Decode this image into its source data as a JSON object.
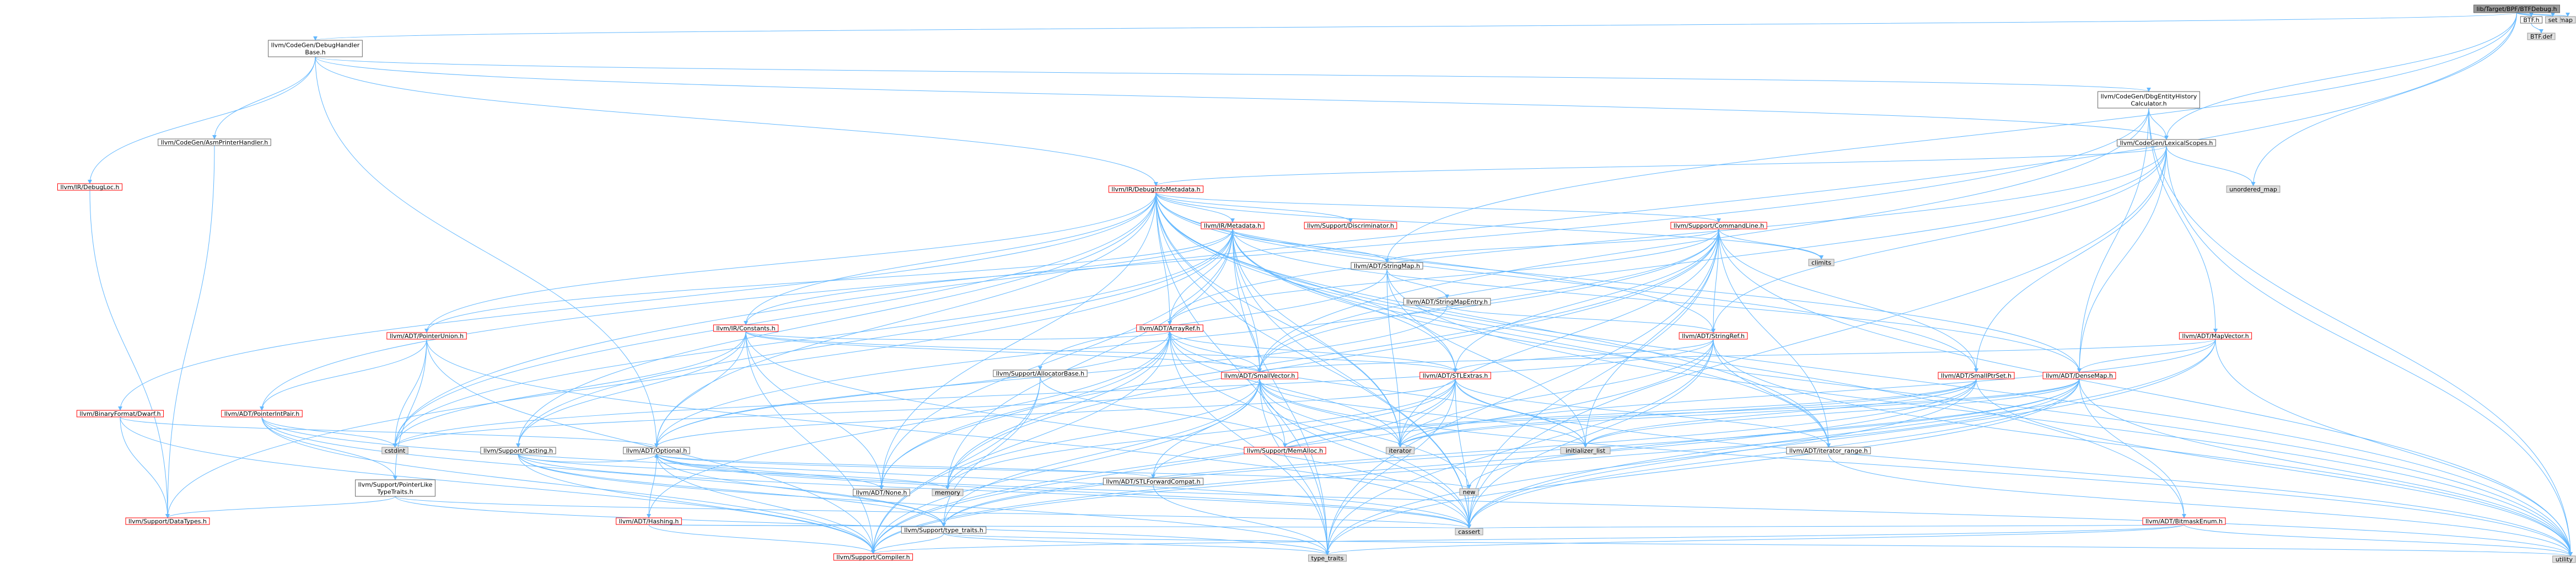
{
  "colors": {
    "edge": "#63b8ff",
    "root_fill": "#999999",
    "root_stroke": "#666666",
    "linked_stroke": "#666666",
    "truncated_stroke": "#ff0000",
    "system_fill": "#e0e0e0",
    "system_stroke": "#999999",
    "truncated_text": "#ff0000"
  },
  "nodes": [
    {
      "id": "root",
      "lines": [
        "lib/Target/BPF/BTFDebug.h"
      ],
      "kind": "root"
    },
    {
      "id": "map",
      "lines": [
        "map"
      ],
      "kind": "system"
    },
    {
      "id": "set",
      "lines": [
        "set"
      ],
      "kind": "system"
    },
    {
      "id": "btf_h",
      "lines": [
        "BTF.h"
      ],
      "kind": "linked"
    },
    {
      "id": "btf_def",
      "lines": [
        "BTF.def"
      ],
      "kind": "system"
    },
    {
      "id": "dbg_handler",
      "lines": [
        "llvm/CodeGen/DebugHandler",
        "Base.h"
      ],
      "kind": "linked"
    },
    {
      "id": "dbg_loc",
      "lines": [
        "llvm/IR/DebugLoc.h"
      ],
      "kind": "truncated"
    },
    {
      "id": "asm_handler",
      "lines": [
        "llvm/CodeGen/AsmPrinterHandler.h"
      ],
      "kind": "linked"
    },
    {
      "id": "dbg_hist",
      "lines": [
        "llvm/CodeGen/DbgEntityHistory",
        "Calculator.h"
      ],
      "kind": "linked"
    },
    {
      "id": "lex_scopes",
      "lines": [
        "llvm/CodeGen/LexicalScopes.h"
      ],
      "kind": "linked"
    },
    {
      "id": "unordered_map",
      "lines": [
        "unordered_map"
      ],
      "kind": "system"
    },
    {
      "id": "dbg_meta",
      "lines": [
        "llvm/IR/DebugInfoMetadata.h"
      ],
      "kind": "truncated"
    },
    {
      "id": "metadata",
      "lines": [
        "llvm/IR/Metadata.h"
      ],
      "kind": "truncated"
    },
    {
      "id": "discrim",
      "lines": [
        "llvm/Support/Discriminator.h"
      ],
      "kind": "truncated"
    },
    {
      "id": "cmdline",
      "lines": [
        "llvm/Support/CommandLine.h"
      ],
      "kind": "truncated"
    },
    {
      "id": "climits",
      "lines": [
        "climits"
      ],
      "kind": "system"
    },
    {
      "id": "string_map",
      "lines": [
        "llvm/ADT/StringMap.h"
      ],
      "kind": "linked"
    },
    {
      "id": "string_map_entry",
      "lines": [
        "llvm/ADT/StringMapEntry.h"
      ],
      "kind": "linked"
    },
    {
      "id": "constants",
      "lines": [
        "llvm/IR/Constants.h"
      ],
      "kind": "truncated"
    },
    {
      "id": "ptr_union",
      "lines": [
        "llvm/ADT/PointerUnion.h"
      ],
      "kind": "truncated"
    },
    {
      "id": "array_ref",
      "lines": [
        "llvm/ADT/ArrayRef.h"
      ],
      "kind": "truncated"
    },
    {
      "id": "string_ref",
      "lines": [
        "llvm/ADT/StringRef.h"
      ],
      "kind": "truncated"
    },
    {
      "id": "map_vector",
      "lines": [
        "llvm/ADT/MapVector.h"
      ],
      "kind": "truncated"
    },
    {
      "id": "alloc_base",
      "lines": [
        "llvm/Support/AllocatorBase.h"
      ],
      "kind": "linked"
    },
    {
      "id": "small_vector",
      "lines": [
        "llvm/ADT/SmallVector.h"
      ],
      "kind": "truncated"
    },
    {
      "id": "stl_extras",
      "lines": [
        "llvm/ADT/STLExtras.h"
      ],
      "kind": "truncated"
    },
    {
      "id": "small_ptr_set",
      "lines": [
        "llvm/ADT/SmallPtrSet.h"
      ],
      "kind": "truncated"
    },
    {
      "id": "dense_map",
      "lines": [
        "llvm/ADT/DenseMap.h"
      ],
      "kind": "truncated"
    },
    {
      "id": "binfmt_dwarf",
      "lines": [
        "llvm/BinaryFormat/Dwarf.h"
      ],
      "kind": "truncated"
    },
    {
      "id": "ptr_int_pair",
      "lines": [
        "llvm/ADT/PointerIntPair.h"
      ],
      "kind": "truncated"
    },
    {
      "id": "cstdint",
      "lines": [
        "cstdint"
      ],
      "kind": "system"
    },
    {
      "id": "casting",
      "lines": [
        "llvm/Support/Casting.h"
      ],
      "kind": "linked"
    },
    {
      "id": "optional",
      "lines": [
        "llvm/ADT/Optional.h"
      ],
      "kind": "linked"
    },
    {
      "id": "iterator",
      "lines": [
        "iterator"
      ],
      "kind": "system"
    },
    {
      "id": "init_list",
      "lines": [
        "initializer_list"
      ],
      "kind": "system"
    },
    {
      "id": "iter_range",
      "lines": [
        "llvm/ADT/iterator_range.h"
      ],
      "kind": "linked"
    },
    {
      "id": "memalloc",
      "lines": [
        "llvm/Support/MemAlloc.h"
      ],
      "kind": "truncated"
    },
    {
      "id": "ptr_like",
      "lines": [
        "llvm/Support/PointerLike",
        "TypeTraits.h"
      ],
      "kind": "linked"
    },
    {
      "id": "hashing",
      "lines": [
        "llvm/ADT/Hashing.h"
      ],
      "kind": "truncated"
    },
    {
      "id": "none",
      "lines": [
        "llvm/ADT/None.h"
      ],
      "kind": "linked"
    },
    {
      "id": "memory",
      "lines": [
        "memory"
      ],
      "kind": "system"
    },
    {
      "id": "new",
      "lines": [
        "new"
      ],
      "kind": "system"
    },
    {
      "id": "stl_fwd",
      "lines": [
        "llvm/ADT/STLForwardCompat.h"
      ],
      "kind": "linked"
    },
    {
      "id": "bitmask_enum",
      "lines": [
        "llvm/ADT/BitmaskEnum.h"
      ],
      "kind": "truncated"
    },
    {
      "id": "data_types",
      "lines": [
        "llvm/Support/DataTypes.h"
      ],
      "kind": "truncated"
    },
    {
      "id": "type_traits_llvm",
      "lines": [
        "llvm/Support/type_traits.h"
      ],
      "kind": "linked"
    },
    {
      "id": "cassert",
      "lines": [
        "cassert"
      ],
      "kind": "system"
    },
    {
      "id": "compiler",
      "lines": [
        "llvm/Support/Compiler.h"
      ],
      "kind": "truncated"
    },
    {
      "id": "type_traits",
      "lines": [
        "type_traits"
      ],
      "kind": "system"
    },
    {
      "id": "utility",
      "lines": [
        "utility"
      ],
      "kind": "system"
    }
  ]
}
